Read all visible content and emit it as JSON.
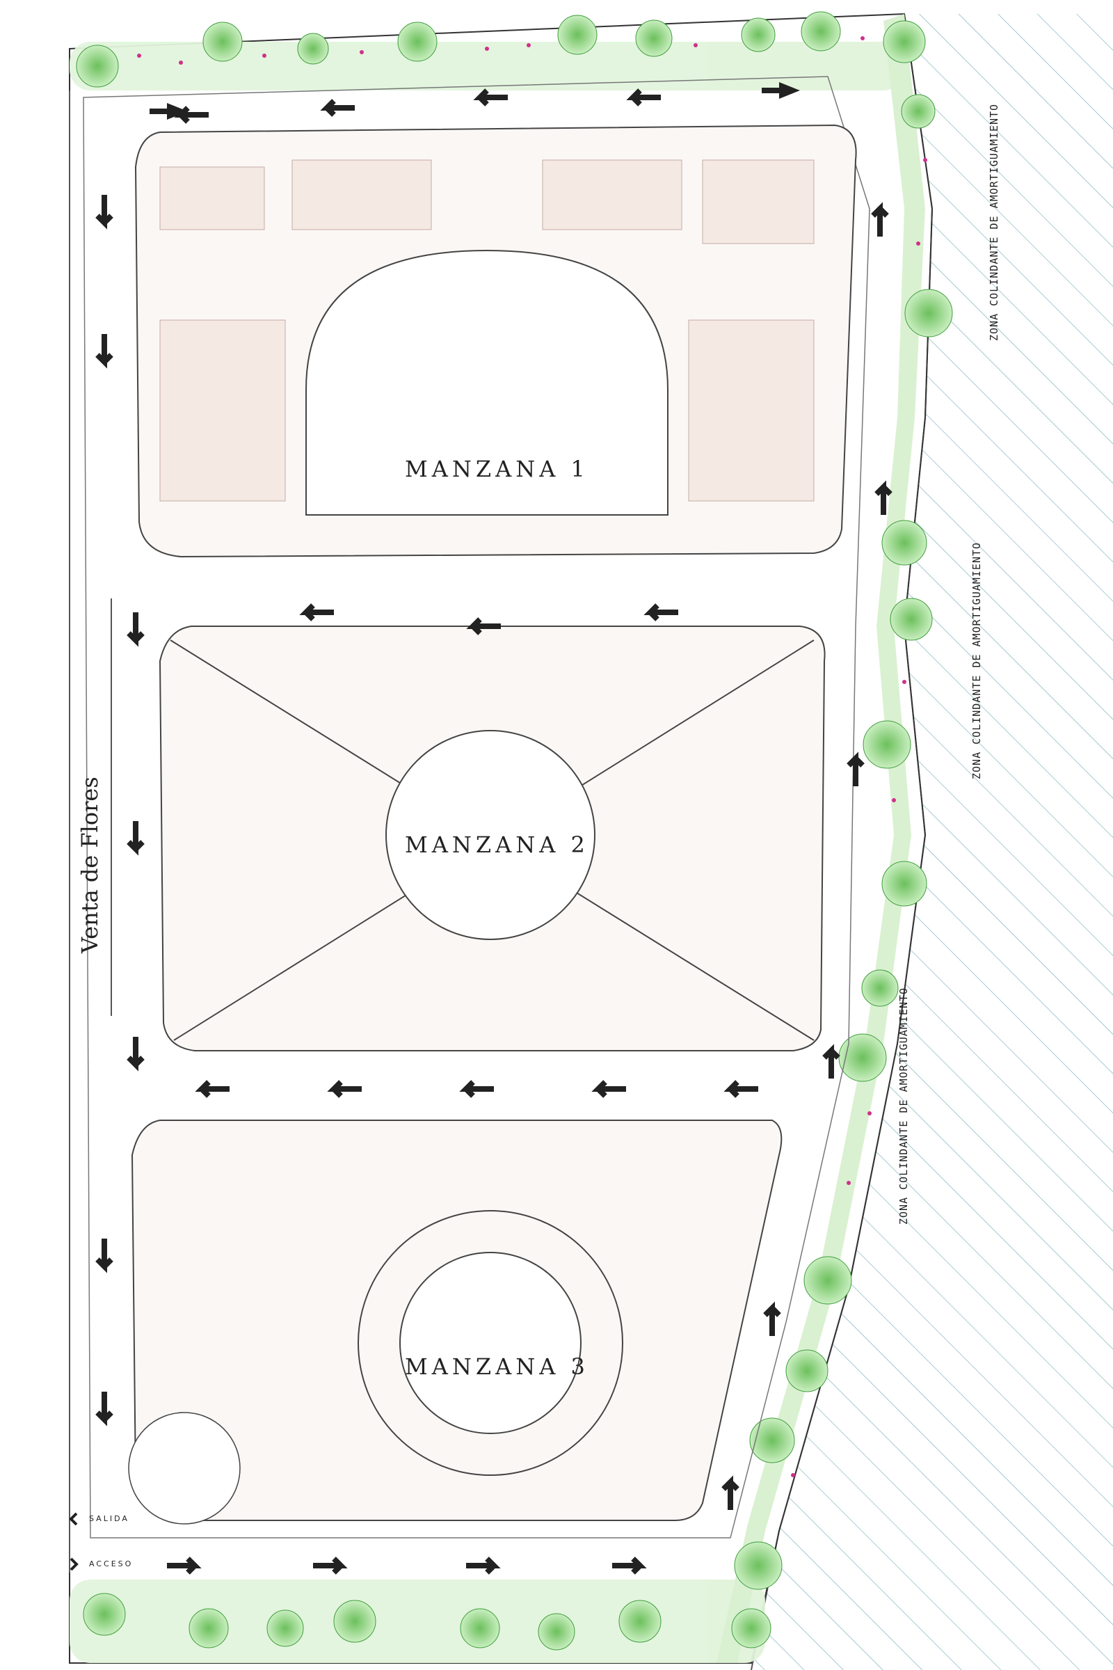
{
  "blocks": [
    {
      "id": "m1",
      "name": "MANZANA 1"
    },
    {
      "id": "m2",
      "name": "MANZANA 2"
    },
    {
      "id": "m3",
      "name": "MANZANA 3"
    }
  ],
  "street": {
    "name": "Venta de Flores"
  },
  "buffer_zone": {
    "labels": [
      "ZONA COLINDANTE DE AMORTIGUAMIENTO",
      "ZONA COLINDANTE DE AMORTIGUAMIENTO",
      "ZONA COLINDANTE DE AMORTIGUAMIENTO"
    ]
  },
  "gates": {
    "exit_label": "SALIDA",
    "entry_label": "ACCESO"
  },
  "colors": {
    "plot": "#f5e9e4",
    "greenery": "#9fdc8e",
    "tree_core": "#3f9e3c",
    "flower_pink": "#d0308a",
    "hatch": "#6fa8b6",
    "line": "#444444"
  }
}
